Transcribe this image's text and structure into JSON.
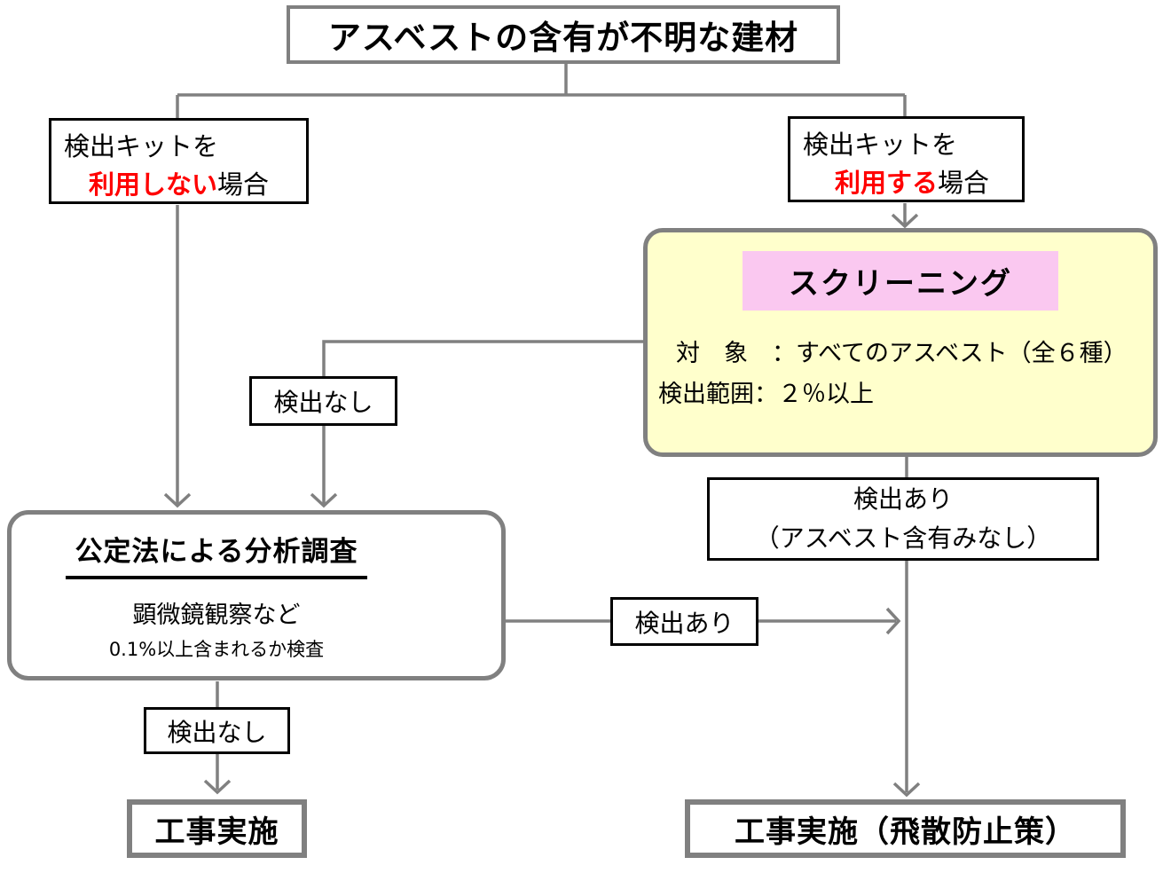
{
  "colors": {
    "line-gray": "#808080",
    "border-black": "#000000",
    "accent-red": "#ff0000",
    "screening-bg": "#ffffcc",
    "screening-title-bg": "#fac8f0"
  },
  "nodes": {
    "start": {
      "label": "アスベストの含有が不明な建材"
    },
    "branch_no_kit": {
      "line1": "検出キットを",
      "highlight": "利用しない",
      "suffix": "場合"
    },
    "branch_kit": {
      "line1": "検出キットを",
      "highlight": "利用する",
      "suffix": "場合"
    },
    "screening": {
      "title": "スクリーニング",
      "target_line": "対　象　：すべてのアスベスト（全６種）",
      "range_line": "検出範囲：２％以上"
    },
    "no_detection_1": {
      "label": "検出なし"
    },
    "official_analysis": {
      "title": "公定法による分析調査",
      "method_line": "顕微鏡観察など",
      "criteria_line": "0.1%以上含まれるか検査"
    },
    "detection_deemed": {
      "line1": "検出あり",
      "line2": "（アスベスト含有みなし）"
    },
    "detection_found": {
      "label": "検出あり"
    },
    "no_detection_2": {
      "label": "検出なし"
    },
    "construction": {
      "label": "工事実施"
    },
    "construction_containment": {
      "label": "工事実施（飛散防止策）"
    }
  }
}
